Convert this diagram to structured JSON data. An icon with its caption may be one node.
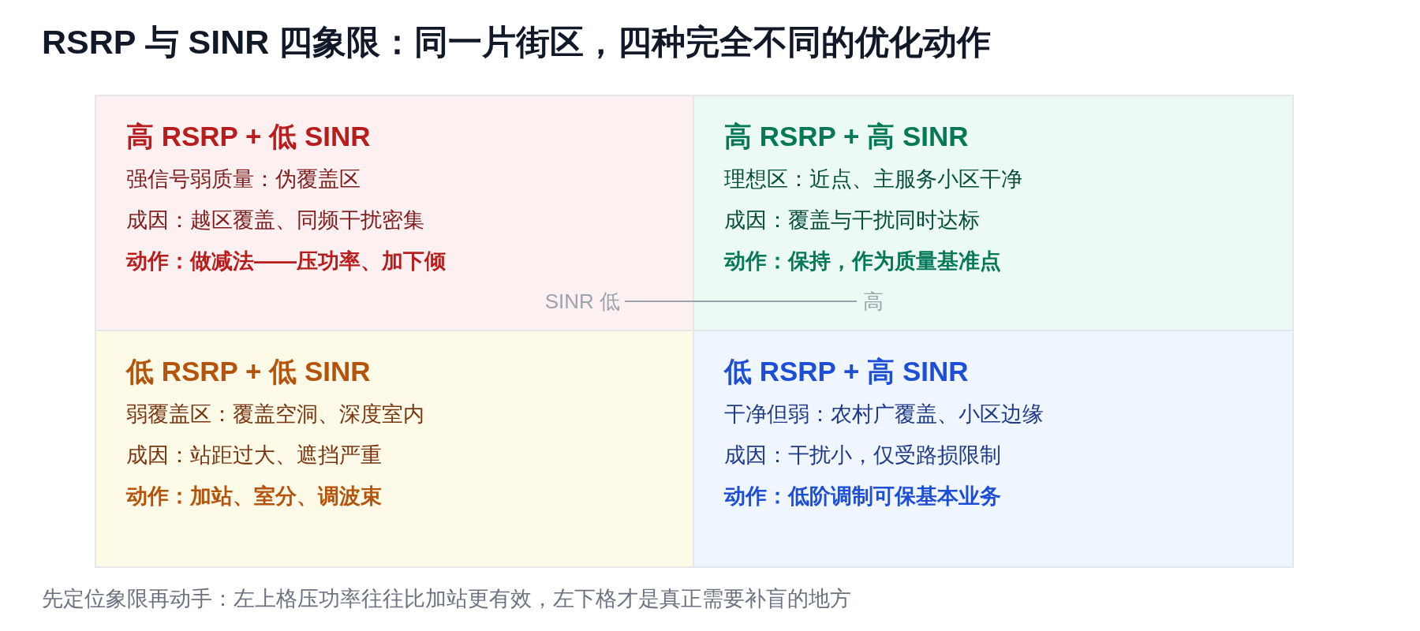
{
  "diagram": {
    "title": "RSRP 与 SINR 四象限：同一片街区，四种完全不同的优化动作",
    "nodes": [
      {
        "text": [
          "高 RSRP + 低 SINR",
          "强信号弱质量：伪覆盖区",
          "成因：越区覆盖、同频干扰密集",
          "动作：做减法——压功率、加下倾"
        ]
      },
      {
        "text": [
          "高 RSRP + 高 SINR",
          "理想区：近点、主服务小区干净",
          "成因：覆盖与干扰同时达标",
          "动作：保持，作为质量基准点"
        ]
      },
      {
        "text": [
          "低 RSRP + 低 SINR",
          "弱覆盖区：覆盖空洞、深度室内",
          "成因：站距过大、遮挡严重",
          "动作：加站、室分、调波束"
        ]
      },
      {
        "text": [
          "低 RSRP + 高 SINR",
          "干净但弱：农村广覆盖、小区边缘",
          "成因：干扰小，仅受路损限制",
          "动作：低阶调制可保基本业务"
        ]
      }
    ],
    "labels": [
      "SINR 低",
      "高"
    ],
    "caption": "先定位象限再动手：左上格压功率往往比加站更有效，左下格才是真正需要补盲的地方"
  }
}
